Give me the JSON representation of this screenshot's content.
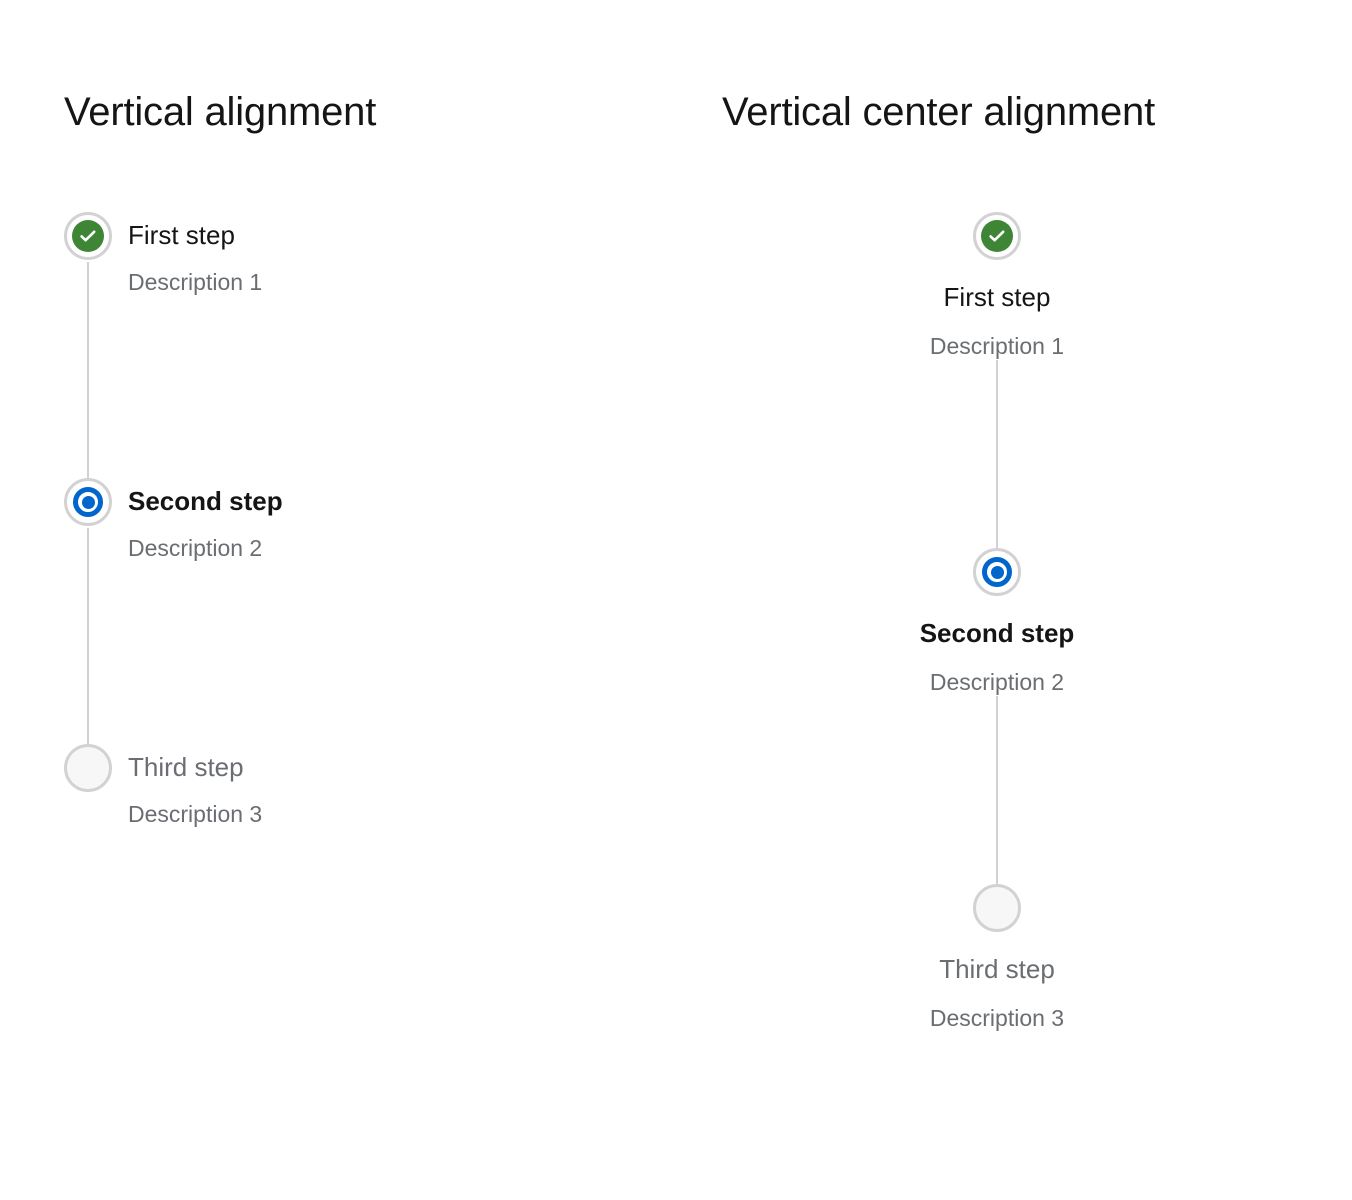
{
  "background": "#ffffff",
  "colors": {
    "success_green": "#3e8635",
    "active_blue": "#0066cc",
    "ring_gray": "#d2d2d2",
    "text_primary": "#151515",
    "text_muted": "#6a6e73",
    "pending_fill": "#f7f7f7"
  },
  "sections": [
    {
      "heading": "Vertical alignment",
      "variant": "vertical",
      "steps": [
        {
          "title": "First step",
          "description": "Description 1",
          "state": "completed",
          "icon": "check-circle-icon"
        },
        {
          "title": "Second step",
          "description": "Description 2",
          "state": "current",
          "icon": "radio-active-icon"
        },
        {
          "title": "Third step",
          "description": "Description 3",
          "state": "pending",
          "icon": "empty-circle-icon"
        }
      ]
    },
    {
      "heading": "Vertical center alignment",
      "variant": "vertical-center",
      "steps": [
        {
          "title": "First step",
          "description": "Description 1",
          "state": "completed",
          "icon": "check-circle-icon"
        },
        {
          "title": "Second step",
          "description": "Description 2",
          "state": "current",
          "icon": "radio-active-icon"
        },
        {
          "title": "Third step",
          "description": "Description 3",
          "state": "pending",
          "icon": "empty-circle-icon"
        }
      ]
    }
  ]
}
